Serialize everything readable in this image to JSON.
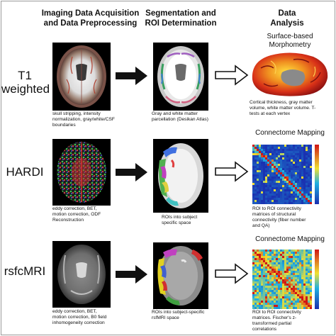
{
  "columns": {
    "acquisition": [
      "Imaging  Data Acquisition",
      "and Data Preprocessing"
    ],
    "segmentation": [
      "Segmentation  and",
      "ROI Determination"
    ],
    "analysis": [
      "Data",
      "Analysis"
    ]
  },
  "rows": [
    {
      "label": [
        "T1",
        "weighted"
      ],
      "acq_caption": [
        "skull stripping, intensity",
        "normalization, gray/white/CSF",
        "boundaries"
      ],
      "seg_caption": [
        "Gray and white matter",
        "parcellation (Desikan Atlas)"
      ],
      "analysis_title": [
        "Surface-based",
        "Morphometry"
      ],
      "analysis_caption": [
        "Cortical thickness, gray matter",
        "volume, white matter volume. T-",
        "tests at each vertex"
      ]
    },
    {
      "label": [
        "HARDI"
      ],
      "acq_caption": [
        "eddy correction, BET,",
        "motion correction, ODF",
        "Reconstruction"
      ],
      "seg_caption": [
        "ROIs into subject",
        "specific space"
      ],
      "analysis_title": [
        "Connectome Mapping"
      ],
      "analysis_caption": [
        "ROI to ROI connectivity",
        "matrices of structural",
        "connectivity (fiber number",
        "and QA)"
      ]
    },
    {
      "label": [
        "rsfcMRI"
      ],
      "acq_caption": [
        "eddy correction, BET,",
        "motion correction, B0 field",
        "inhomogeneity correction"
      ],
      "seg_caption": [
        "ROIs into subject-specific",
        "rsfMRI space"
      ],
      "analysis_title": [
        "Connectome Mapping"
      ],
      "analysis_caption": [
        "ROI to ROI connectivity",
        "matrices. Fischer's z-",
        "transformed partial",
        "correlations"
      ]
    }
  ],
  "colors": {
    "arrow_solid": "#111111",
    "arrow_outline": "#111111",
    "scan_background": "#000000",
    "matrix_low": "#1a2fb0",
    "matrix_high": "#d01515"
  }
}
